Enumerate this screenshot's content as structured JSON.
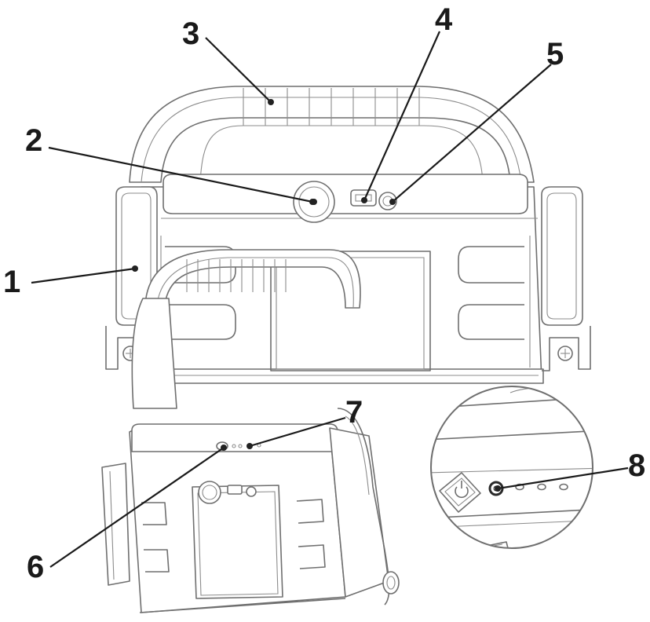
{
  "diagram": {
    "callouts": [
      {
        "id": "1",
        "label": "1"
      },
      {
        "id": "2",
        "label": "2"
      },
      {
        "id": "3",
        "label": "3"
      },
      {
        "id": "4",
        "label": "4"
      },
      {
        "id": "5",
        "label": "5"
      },
      {
        "id": "6",
        "label": "6"
      },
      {
        "id": "7",
        "label": "7"
      },
      {
        "id": "8",
        "label": "8"
      }
    ],
    "colors": {
      "line": "#6f6f6f",
      "callout": "#1a1a1a",
      "background": "#ffffff"
    }
  }
}
